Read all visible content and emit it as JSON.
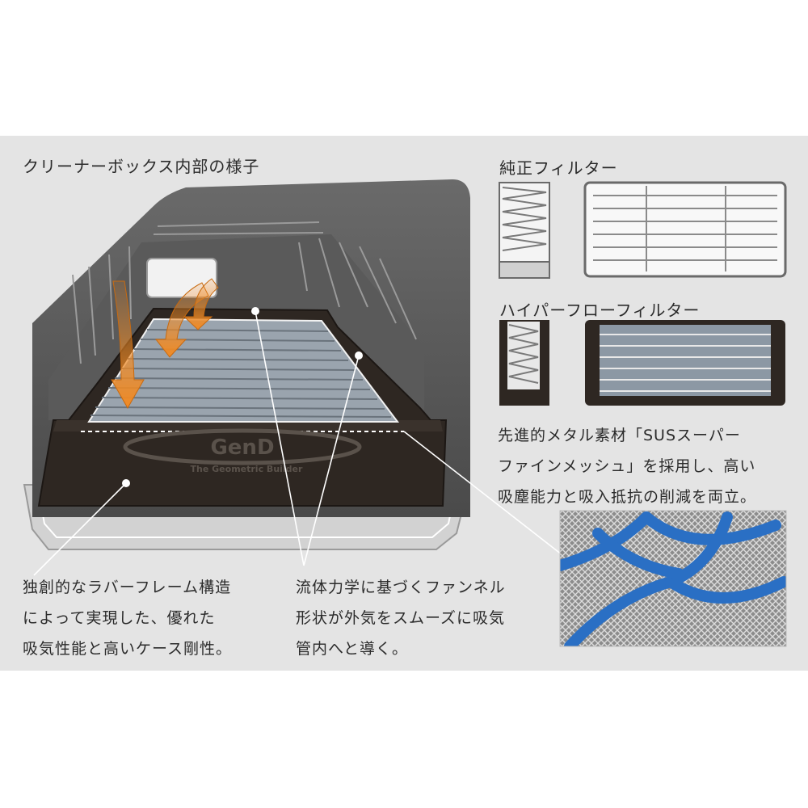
{
  "main_title": "クリーナーボックス内部の様子",
  "oem_filter": {
    "title": "純正フィルター"
  },
  "hyper_filter": {
    "title": "ハイパーフローフィルター"
  },
  "mesh_caption": {
    "lines": [
      "先進的メタル素材「SUSスーパー",
      "ファインメッシュ」を採用し、高い",
      "吸塵能力と吸入抵抗の削減を両立。"
    ]
  },
  "frame_caption": {
    "lines": [
      "独創的なラバーフレーム構造",
      "によって実現した、優れた",
      "吸気性能と高いケース剛性。"
    ]
  },
  "funnel_caption": {
    "lines": [
      "流体力学に基づくファンネル",
      "形状が外気をスムーズに吸気",
      "管内へと導く。"
    ]
  },
  "logo": {
    "mark": "GenD",
    "tagline": "The Geometric Builder"
  },
  "colors": {
    "arrow": "#f08a24",
    "mesh_blue": "#2a6fc4",
    "panel": "#e4e4e4",
    "frame": "#2e2722"
  }
}
